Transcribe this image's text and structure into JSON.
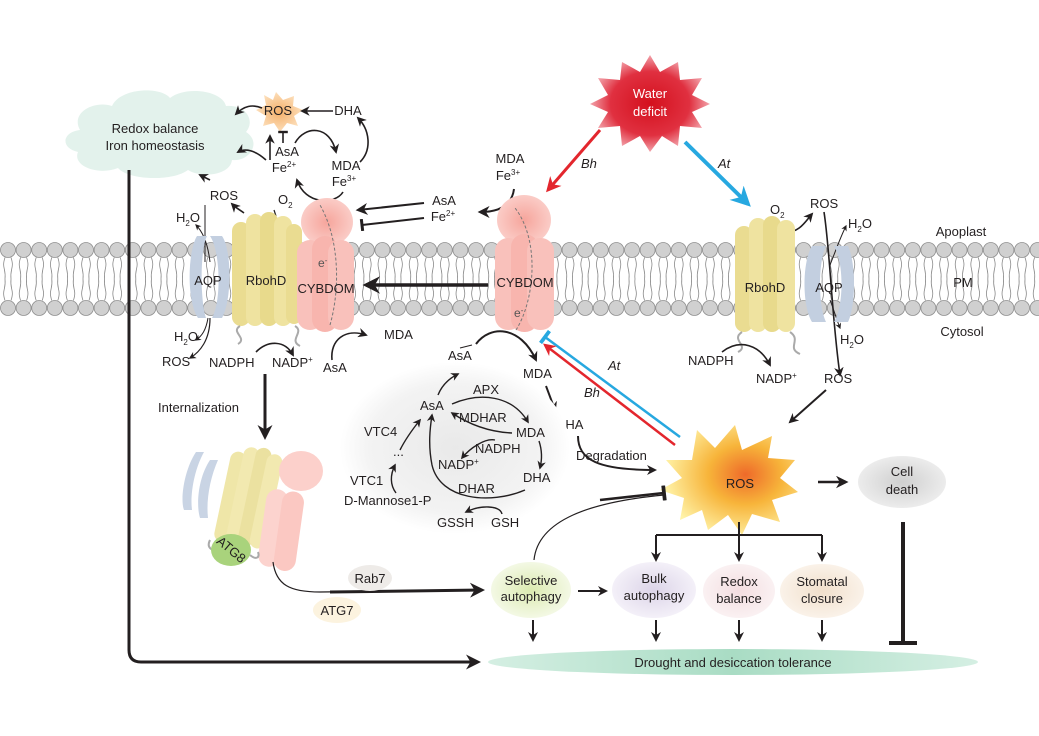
{
  "stress": {
    "label_line1": "Water",
    "label_line2": "deficit"
  },
  "species": {
    "bh": "Bh",
    "at": "At"
  },
  "compartments": {
    "apoplast": "Apoplast",
    "pm": "PM",
    "cytosol": "Cytosol"
  },
  "left_module": {
    "cloud_line1": "Redox balance",
    "cloud_line2": "Iron homeostasis",
    "ros_burst": "ROS",
    "dha": "DHA",
    "asa": "AsA",
    "fe2": "Fe",
    "fe2_sup": "2+",
    "mda": "MDA",
    "fe3": "Fe",
    "fe3_sup": "3+",
    "ros_up": "ROS",
    "o2": "O",
    "o2_sub": "2",
    "h2o_top": "H",
    "h2o_top_sub": "2",
    "h2o_top_o": "O",
    "aqp": "AQP",
    "rbohd": "RbohD",
    "cybdom": "CYBDOM",
    "electron": "e",
    "electron_sup": "-",
    "h2o_bot": "H",
    "h2o_bot_sub": "2",
    "h2o_bot_o": "O",
    "ros_down": "ROS",
    "nadph": "NADPH",
    "nadp": "NADP",
    "nadp_sup": "+",
    "asa_cyt": "AsA",
    "mda_cyt": "MDA",
    "internalization": "Internalization",
    "atg8": "ATG8",
    "rab7": "Rab7",
    "atg7": "ATG7"
  },
  "center_module": {
    "mda": "MDA",
    "fe3": "Fe",
    "fe3_sup": "3+",
    "asa": "AsA",
    "fe2": "Fe",
    "fe2_sup": "2+",
    "cybdom": "CYBDOM",
    "electron": "e",
    "electron_sup": "-",
    "asa_cyt": "AsA",
    "mda_cyt": "MDA",
    "dha_cyt": "DHA",
    "degradation": "Degradation"
  },
  "asa_cycle": {
    "asa": "AsA",
    "apx": "APX",
    "mdhar": "MDHAR",
    "mda": "MDA",
    "nadph": "NADPH",
    "nadp": "NADP",
    "nadp_sup": "+",
    "dha": "DHA",
    "dhar": "DHAR",
    "gssh": "GSSH",
    "gsh": "GSH",
    "vtc4": "VTC4",
    "ellipsis": "...",
    "vtc1": "VTC1",
    "mannose": "D-Mannose1-P"
  },
  "right_module": {
    "o2": "O",
    "o2_sub": "2",
    "ros_top": "ROS",
    "h2o_top": "H",
    "h2o_top_sub": "2",
    "h2o_top_o": "O",
    "rbohd": "RbohD",
    "aqp": "AQP",
    "h2o_bot": "H",
    "h2o_bot_sub": "2",
    "h2o_bot_o": "O",
    "nadph": "NADPH",
    "nadp": "NADP",
    "nadp_sup": "+",
    "ros_bot": "ROS"
  },
  "outcomes": {
    "ros_central": "ROS",
    "cell_death_line1": "Cell",
    "cell_death_line2": "death",
    "selective_line1": "Selective",
    "selective_line2": "autophagy",
    "bulk_line1": "Bulk",
    "bulk_line2": "autophagy",
    "redox_line1": "Redox",
    "redox_line2": "balance",
    "stomatal_line1": "Stomatal",
    "stomatal_line2": "closure",
    "tolerance": "Drought and desiccation tolerance"
  },
  "colors": {
    "bh_red": "#e3262d",
    "at_blue": "#27a8e0",
    "rbohd_yellow": "#ecdf96",
    "cybdom_pink": "#f8b5ae",
    "aqp_blue": "#c3cfe0",
    "cloud_green": "#e3f2ec",
    "tolerance_green": "#aadbc5",
    "lipid_gray": "#d0d0d0"
  }
}
